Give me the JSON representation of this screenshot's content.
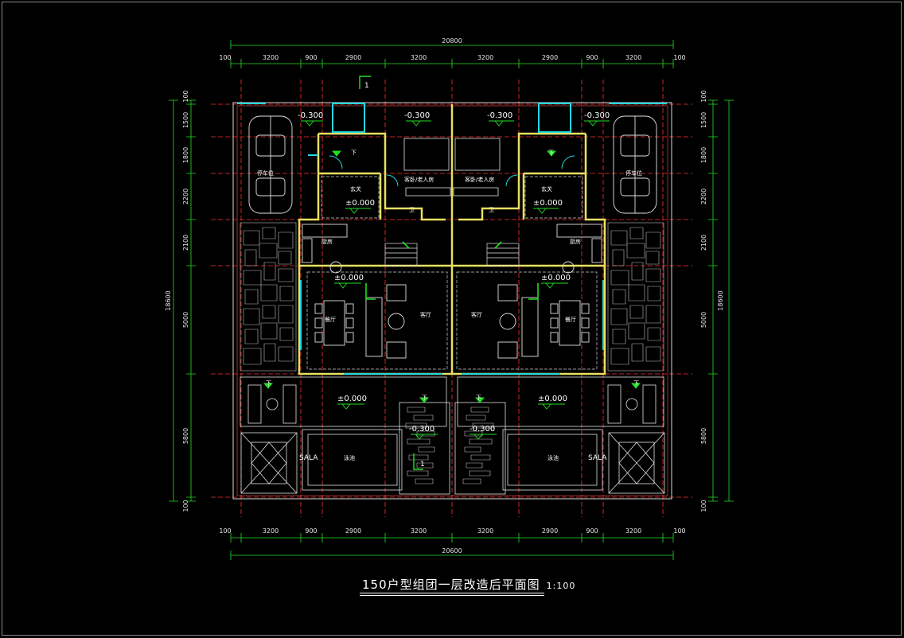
{
  "title": "150户型组团一层改造后平面图",
  "scale": "1:100",
  "dimensions": {
    "overall_top": "20800",
    "overall_bottom": "20600",
    "top_segments": [
      "100",
      "3200",
      "900",
      "2900",
      "3200",
      "3200",
      "2900",
      "900",
      "3200",
      "100"
    ],
    "bottom_segments": [
      "100",
      "3200",
      "900",
      "2900",
      "3200",
      "3200",
      "2900",
      "900",
      "3200",
      "100"
    ],
    "left_segments": [
      "100",
      "1500",
      "1800",
      "2200",
      "2100",
      "5000",
      "5800",
      "100"
    ],
    "right_segments": [
      "100",
      "1500",
      "1800",
      "2200",
      "2100",
      "5000",
      "5800",
      "100"
    ],
    "left_total": "18600",
    "right_total": "18600"
  },
  "levels": {
    "m0300": "-0.300",
    "zero": "±0.000"
  },
  "rooms": {
    "parking": "停车位",
    "entry": "玄关",
    "kitchen": "厨房",
    "dining": "餐厅",
    "living": "客厅",
    "guest": "客卧/老人房",
    "bath": "卫",
    "pool": "泳池",
    "sala": "SALA",
    "down": "下"
  },
  "section_mark": "1",
  "colors": {
    "wall": "#e8e060",
    "grid": "#ff3030",
    "dim": "#22e022",
    "glass": "#22d8e0",
    "furniture": "#ffffff",
    "level_mark": "#22e022"
  }
}
